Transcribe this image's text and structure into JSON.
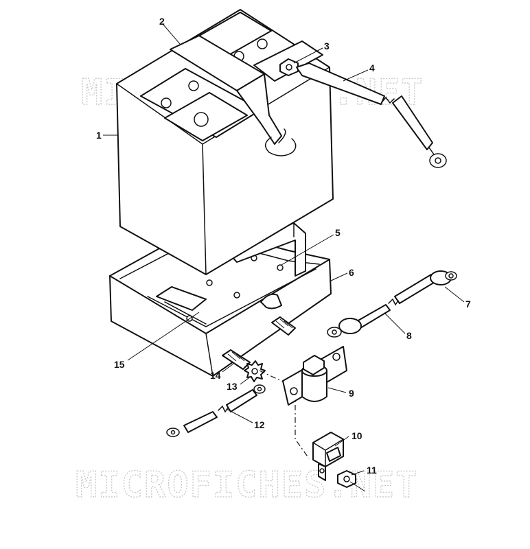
{
  "diagram": {
    "watermark_text": "MICROFICHES.NET",
    "callouts": [
      {
        "id": "1",
        "label": "1"
      },
      {
        "id": "2",
        "label": "2"
      },
      {
        "id": "3",
        "label": "3"
      },
      {
        "id": "4",
        "label": "4"
      },
      {
        "id": "5",
        "label": "5"
      },
      {
        "id": "6",
        "label": "6"
      },
      {
        "id": "7",
        "label": "7"
      },
      {
        "id": "8",
        "label": "8"
      },
      {
        "id": "9",
        "label": "9"
      },
      {
        "id": "10",
        "label": "10"
      },
      {
        "id": "11",
        "label": "11"
      },
      {
        "id": "12",
        "label": "12"
      },
      {
        "id": "13",
        "label": "13"
      },
      {
        "id": "14",
        "label": "14"
      },
      {
        "id": "15",
        "label": "15"
      }
    ]
  }
}
